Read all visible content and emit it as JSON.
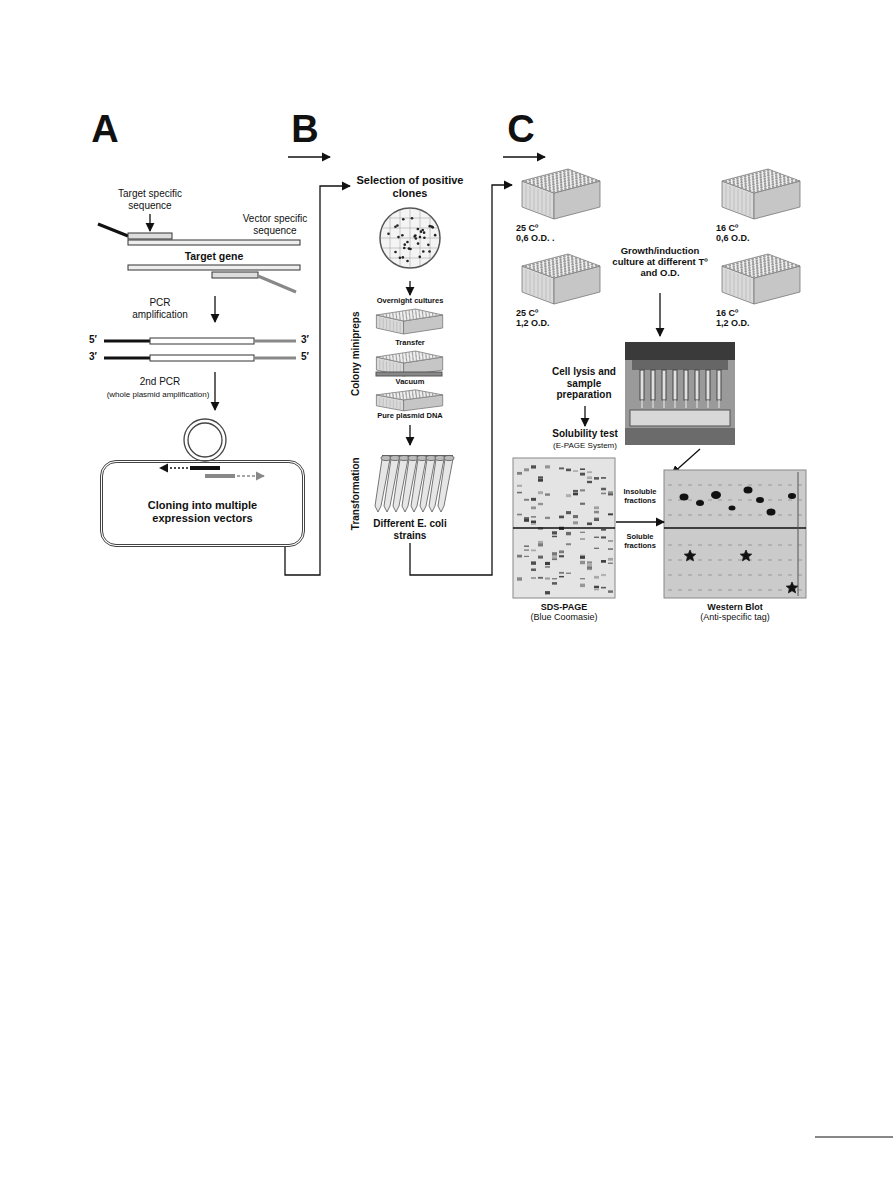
{
  "diagram": {
    "nodes": [
      {
        "text": [
          "Cloning into multiple expression vectors"
        ]
      },
      {
        "text": [
          "Selection of positive clones"
        ]
      },
      {
        "text": [
          "Different E. coli strains"
        ]
      },
      {
        "text": [
          "25 Cº",
          "0,6 O.D. ."
        ]
      },
      {
        "text": [
          "16 Cº",
          "0,6 O.D."
        ]
      },
      {
        "text": [
          "25 Cº",
          "1,2 O.D."
        ]
      },
      {
        "text": [
          "16 Cº",
          "1,2 O.D."
        ]
      },
      {
        "text": [
          "SDS-PAGE",
          "(Blue Coomasie)"
        ]
      },
      {
        "text": [
          "Western Blot",
          "(Anti-specific tag)"
        ]
      }
    ],
    "edges": [
      {
        "from": 0,
        "to": 1,
        "arrow": "to"
      },
      {
        "from": 2,
        "to": 3,
        "arrow": "to"
      },
      {
        "from": 7,
        "to": 8,
        "arrow": "to"
      }
    ],
    "labels": [
      "A",
      "B",
      "C",
      "Target specific sequence",
      "Vector specific sequence",
      "Target gene",
      "PCR amplification",
      "5′",
      "3′",
      "3′",
      "5′",
      "2nd PCR",
      "(whole plasmid amplification)",
      "Overnight cultures",
      "Transfer",
      "Vacuum",
      "Pure plasmid DNA",
      "Colony minipreps",
      "Transformation",
      "Growth/induction culture at different Tº and O.D.",
      "Cell lysis and sample preparation",
      "Solubility test",
      "(E-PAGE System)",
      "Insoluble fractions",
      "Soluble fractions"
    ]
  }
}
